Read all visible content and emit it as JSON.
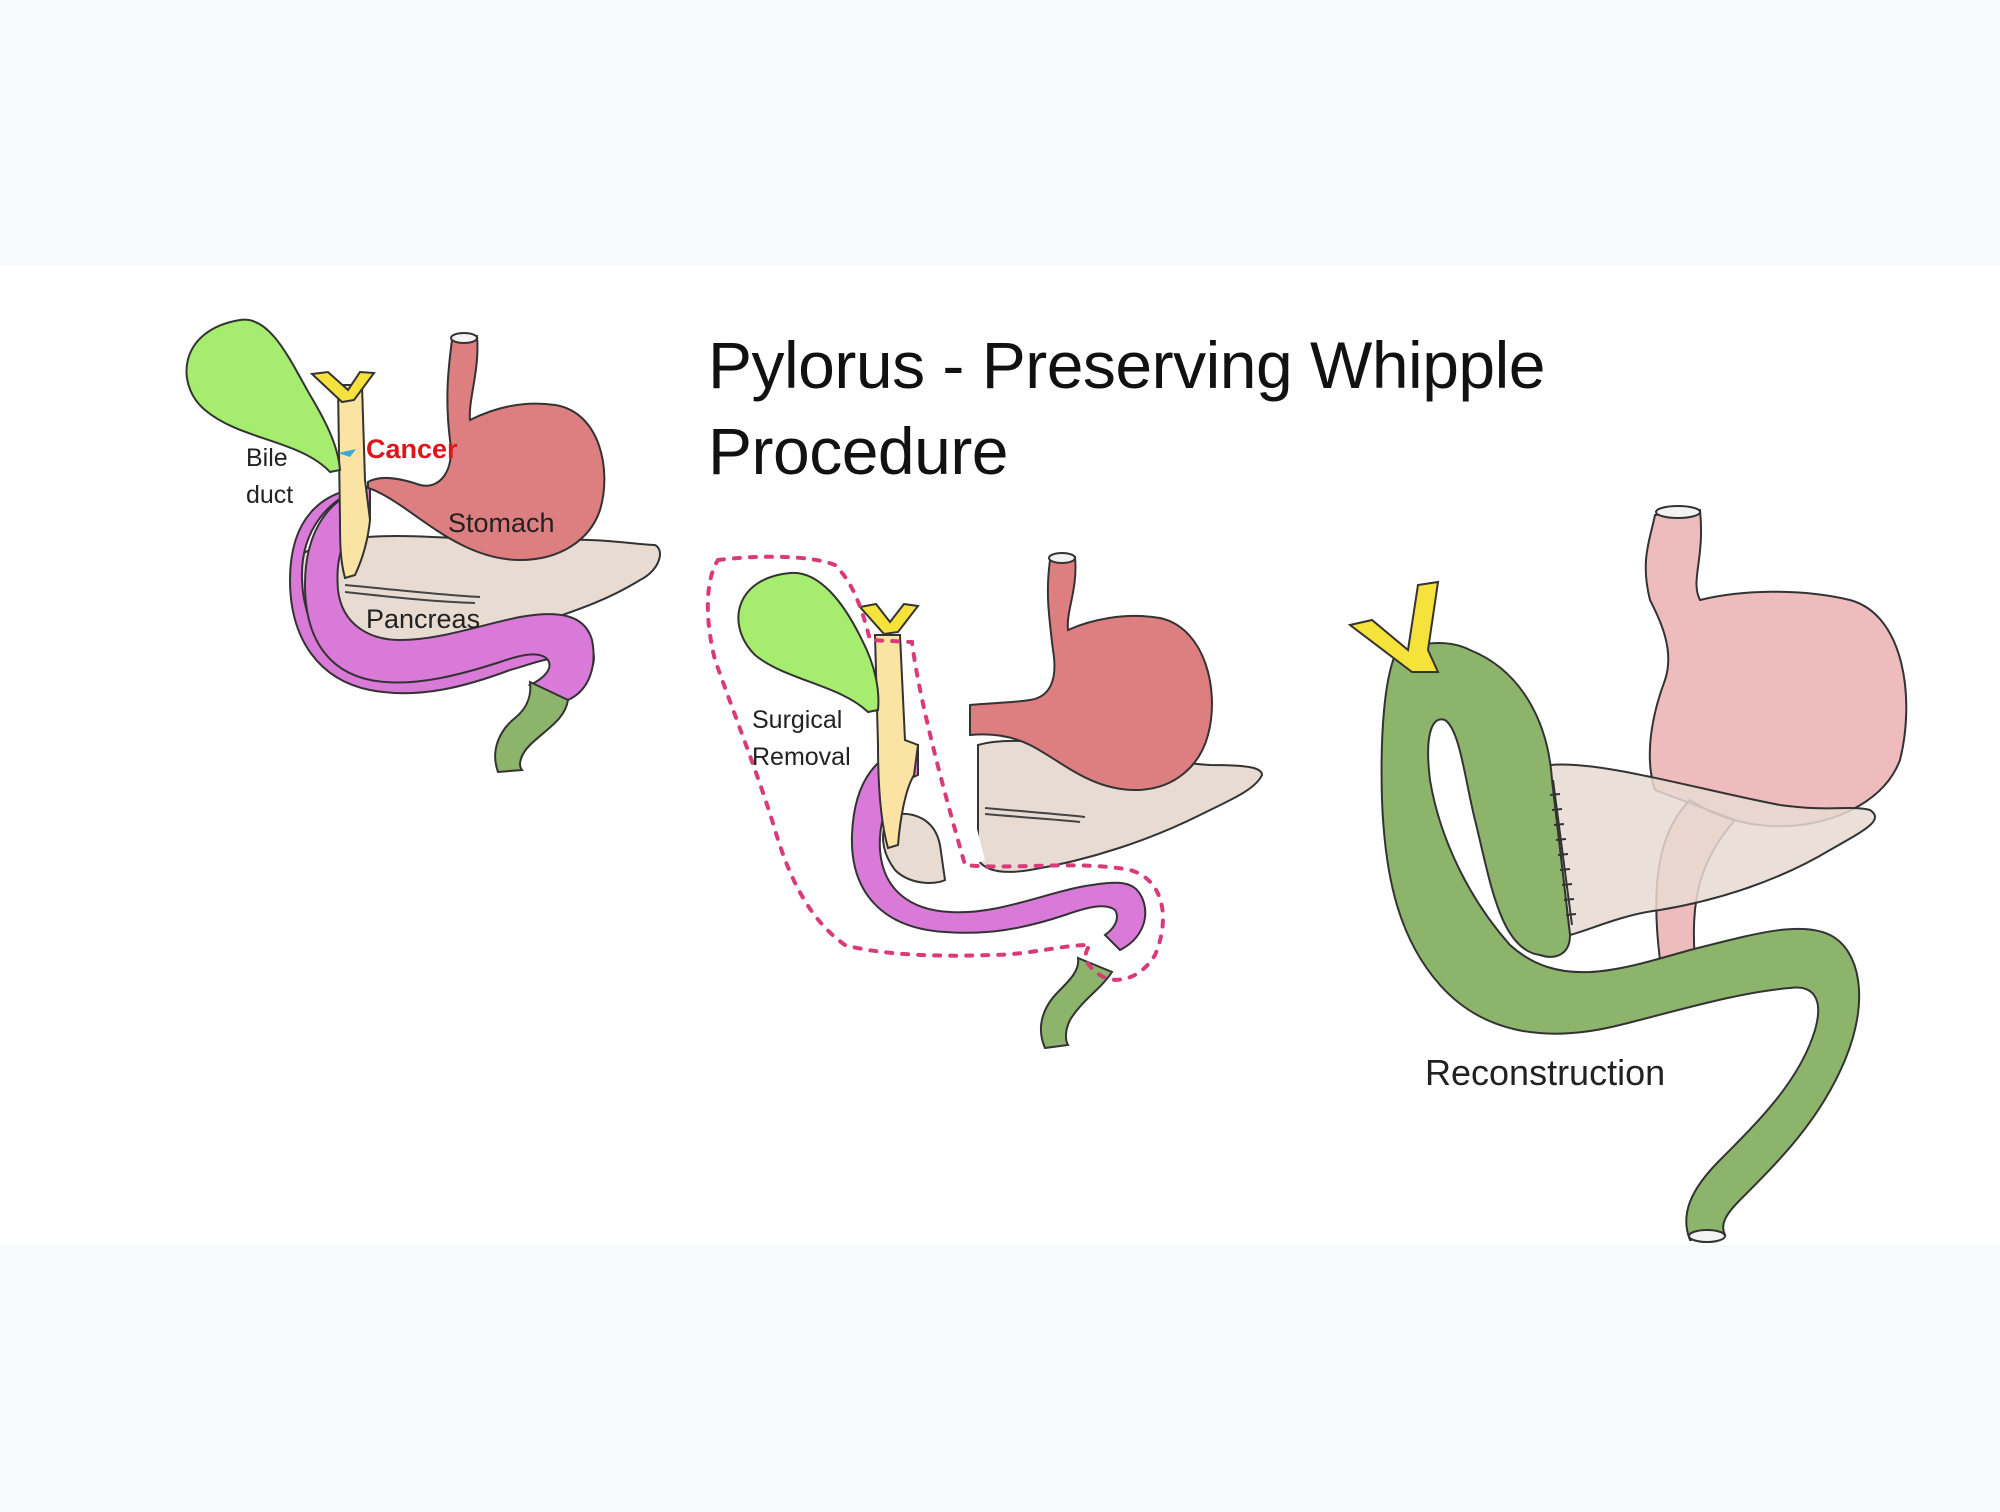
{
  "title": "Pylorus - Preserving Whipple Procedure",
  "labels": {
    "bile_duct": "Bile\nduct",
    "cancer": "Cancer",
    "stomach": "Stomach",
    "pancreas": "Pancreas",
    "surgical_removal": "Surgical\nRemoval",
    "reconstruction": "Reconstruction"
  },
  "colors": {
    "gallbladder": "#a6ec6e",
    "bile_duct": "#fbe3a3",
    "hepatic_duct": "#f5e23a",
    "stomach": "#dd7f80",
    "stomach_faded": "#ebb0b1",
    "pancreas": "#e7dbd2",
    "duodenum": "#d97ad9",
    "jejunum": "#8db46b",
    "cancer_text": "#e0141b",
    "removal_outline": "#d93a7a",
    "tumor_marker": "#3aa8d8"
  }
}
